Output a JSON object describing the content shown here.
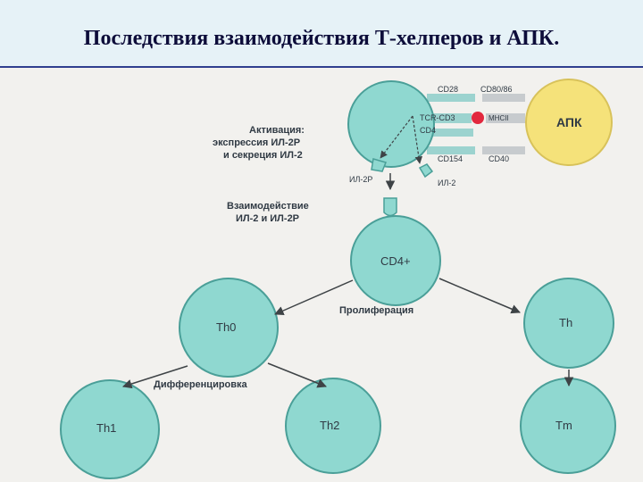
{
  "title": "Последствия взаимодействия Т-хелперов и АПК.",
  "colors": {
    "cell_fill": "#8fd8d0",
    "cell_stroke": "#4a9f98",
    "apc_fill": "#f5e27a",
    "receptor_fill": "#9cd3cf",
    "bar_gray": "#c7cbce",
    "dot_red": "#e2283e",
    "arrow": "#3e4346",
    "text": "#303a44"
  },
  "diagram": {
    "apc_label": "АПК",
    "molecules": {
      "cd28": "CD28",
      "cd80_86": "CD80/86",
      "tcr_cd3": "TCR-CD3",
      "mhc": "MHCII",
      "cd4": "CD4",
      "cd154": "CD154",
      "cd40": "CD40"
    },
    "activation": {
      "line1": "Активация:",
      "line2": "экспрессия ИЛ-2Р",
      "line3": "и секреция ИЛ-2"
    },
    "il2r": "ИЛ-2Р",
    "il2": "ИЛ-2",
    "interaction": {
      "line1": "Взаимодействие",
      "line2": "ИЛ-2 и ИЛ-2Р"
    },
    "cells": {
      "cd4": "CD4+",
      "th0": "Th0",
      "th": "Th",
      "th1": "Th1",
      "th2": "Th2",
      "tm": "Tm"
    },
    "proliferation": "Пролиферация",
    "differentiation": "Дифференцировка"
  }
}
